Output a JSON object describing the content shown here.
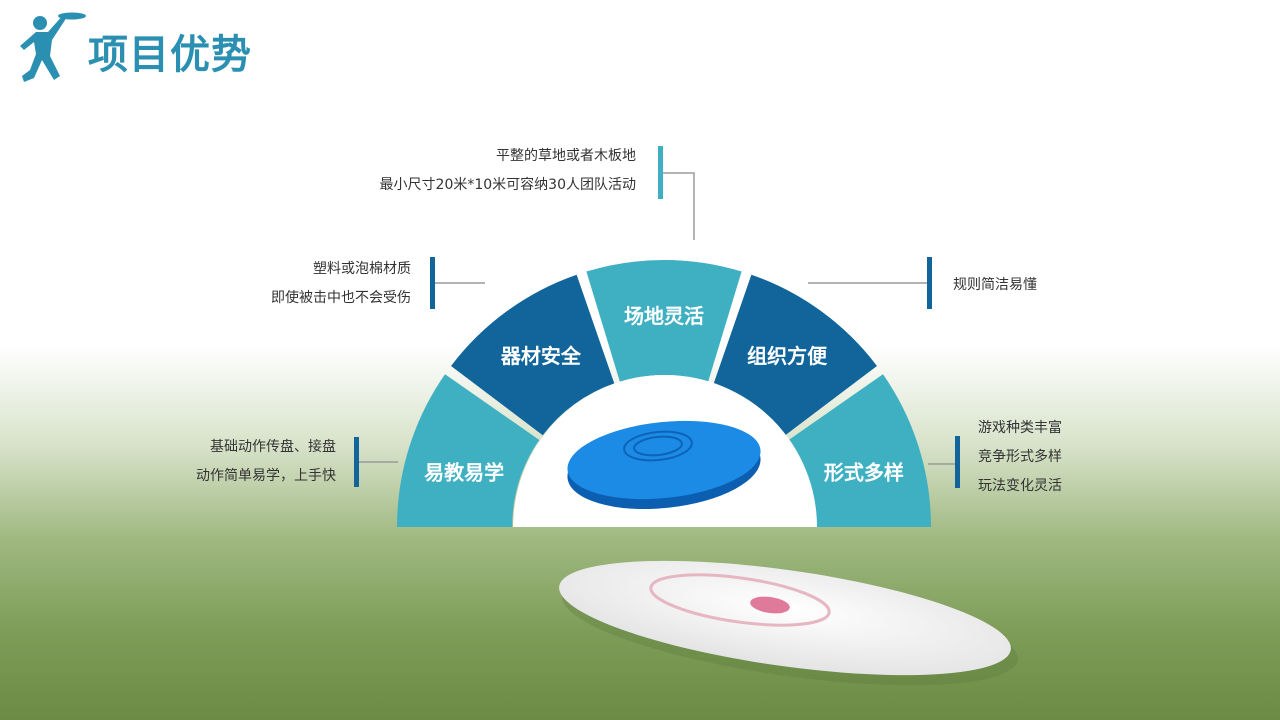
{
  "page": {
    "title": "项目优势"
  },
  "colors": {
    "teal": "#3fb0c2",
    "navy": "#12659b",
    "title": "#2a8fb1",
    "connector": "#9a9a9a"
  },
  "segments": [
    {
      "label": "易教易学",
      "color": "teal",
      "lines": [
        "基础动作传盘、接盘",
        "动作简单易学，上手快"
      ]
    },
    {
      "label": "器材安全",
      "color": "navy",
      "lines": [
        "塑料或泡棉材质",
        "即使被击中也不会受伤"
      ]
    },
    {
      "label": "场地灵活",
      "color": "teal",
      "lines": [
        "平整的草地或者木板地",
        "最小尺寸20米*10米可容纳30人团队活动"
      ]
    },
    {
      "label": "组织方便",
      "color": "navy",
      "lines": [
        "规则简洁易懂"
      ]
    },
    {
      "label": "形式多样",
      "color": "teal",
      "lines": [
        "游戏种类丰富",
        "竞争形式多样",
        "玩法变化灵活"
      ]
    }
  ]
}
